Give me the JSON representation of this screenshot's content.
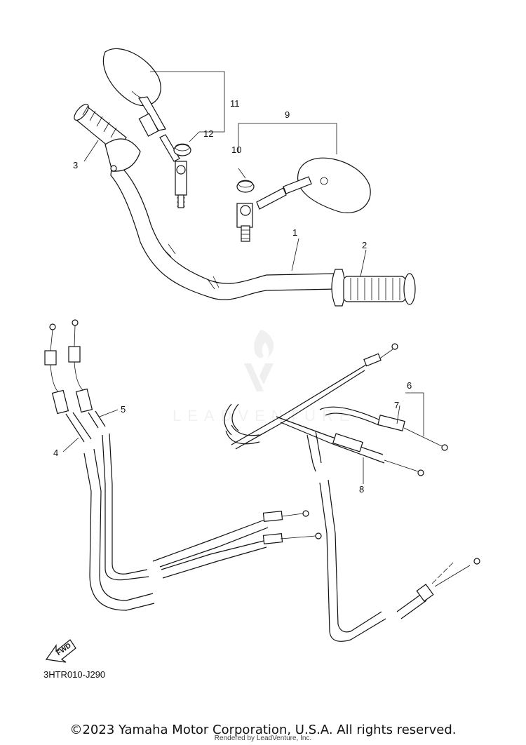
{
  "diagram": {
    "callouts": {
      "c1": "1",
      "c2": "2",
      "c3": "3",
      "c4": "4",
      "c5": "5",
      "c6": "6",
      "c7": "7",
      "c8": "8",
      "c9": "9",
      "c10": "10",
      "c11": "11",
      "c12": "12"
    },
    "diagram_code": "3HTR010-J290",
    "fwd_label": "FWD",
    "watermark": "LEADVENTURE"
  },
  "footer": {
    "copyright": "©2023 Yamaha Motor Corporation, U.S.A. All rights reserved.",
    "rendered_by": "Rendered by LeadVenture, Inc."
  }
}
